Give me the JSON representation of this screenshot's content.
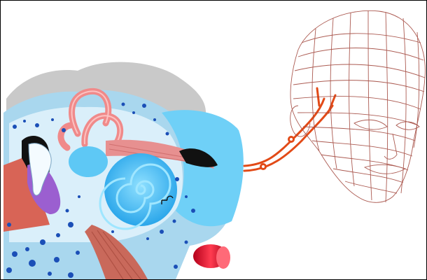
{
  "colors": {
    "border": "#000000",
    "skull_gray": "#c9c9c9",
    "bone_blue": "#a9d7ee",
    "bone_light": "#dff2fb",
    "fluid_blue": "#5ec8f5",
    "cochlea_blue": "#3fb3ef",
    "canal_pink": "#f08a8a",
    "muscle_red": "#d86456",
    "vessel_red": "#e0112a",
    "ossicle_purple": "#9b5fd0",
    "dot_blue": "#1b4fb7",
    "nerve_orange": "#e24a17",
    "wireframe": "#a3493f"
  },
  "icons": [
    "ear-anatomy-illustration",
    "nerve-pathway",
    "wireframe-head"
  ]
}
